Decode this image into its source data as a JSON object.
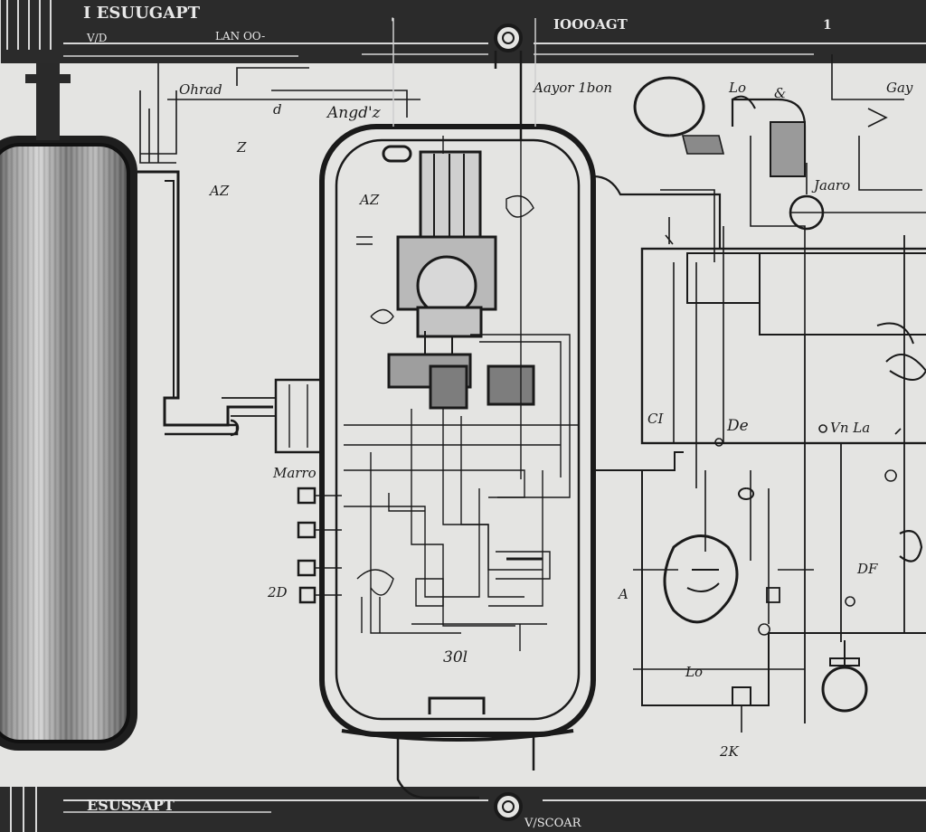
{
  "header": {
    "left_title": "I ESUUGAPT",
    "left_sub_a": "V/D",
    "left_sub_b": "LAN OO-",
    "center_title": "IOOOAGT",
    "center_mark": "'",
    "right_mark": "1"
  },
  "labels": {
    "top_cluster_a": "Ohrad",
    "top_cluster_b": "Angd'z",
    "top_cluster_c": "d",
    "top_center": "Aayor 1bon",
    "top_right_a": "Lo",
    "top_right_b": "&",
    "top_right_c": "Gay",
    "right_mid": "Jaaro",
    "left_a": "AZ",
    "left_b": "Z",
    "center_a": "AZ",
    "center_b": "30l",
    "mid_left_a": "Marro",
    "mid_left_b": "2D",
    "mid_right_a": "CI",
    "mid_right_b": "De",
    "mid_right_c": "Vn La",
    "right_lower_a": "DF",
    "right_lower_b": "A",
    "right_lower_c": "Lo",
    "bottom_center": "2K",
    "footer_left": "ESUSSAPT",
    "footer_center": "V/SCOAR"
  },
  "colors": {
    "paper": "#e4e4e2",
    "ink": "#1a1a1a",
    "frame": "#2b2b2b"
  }
}
